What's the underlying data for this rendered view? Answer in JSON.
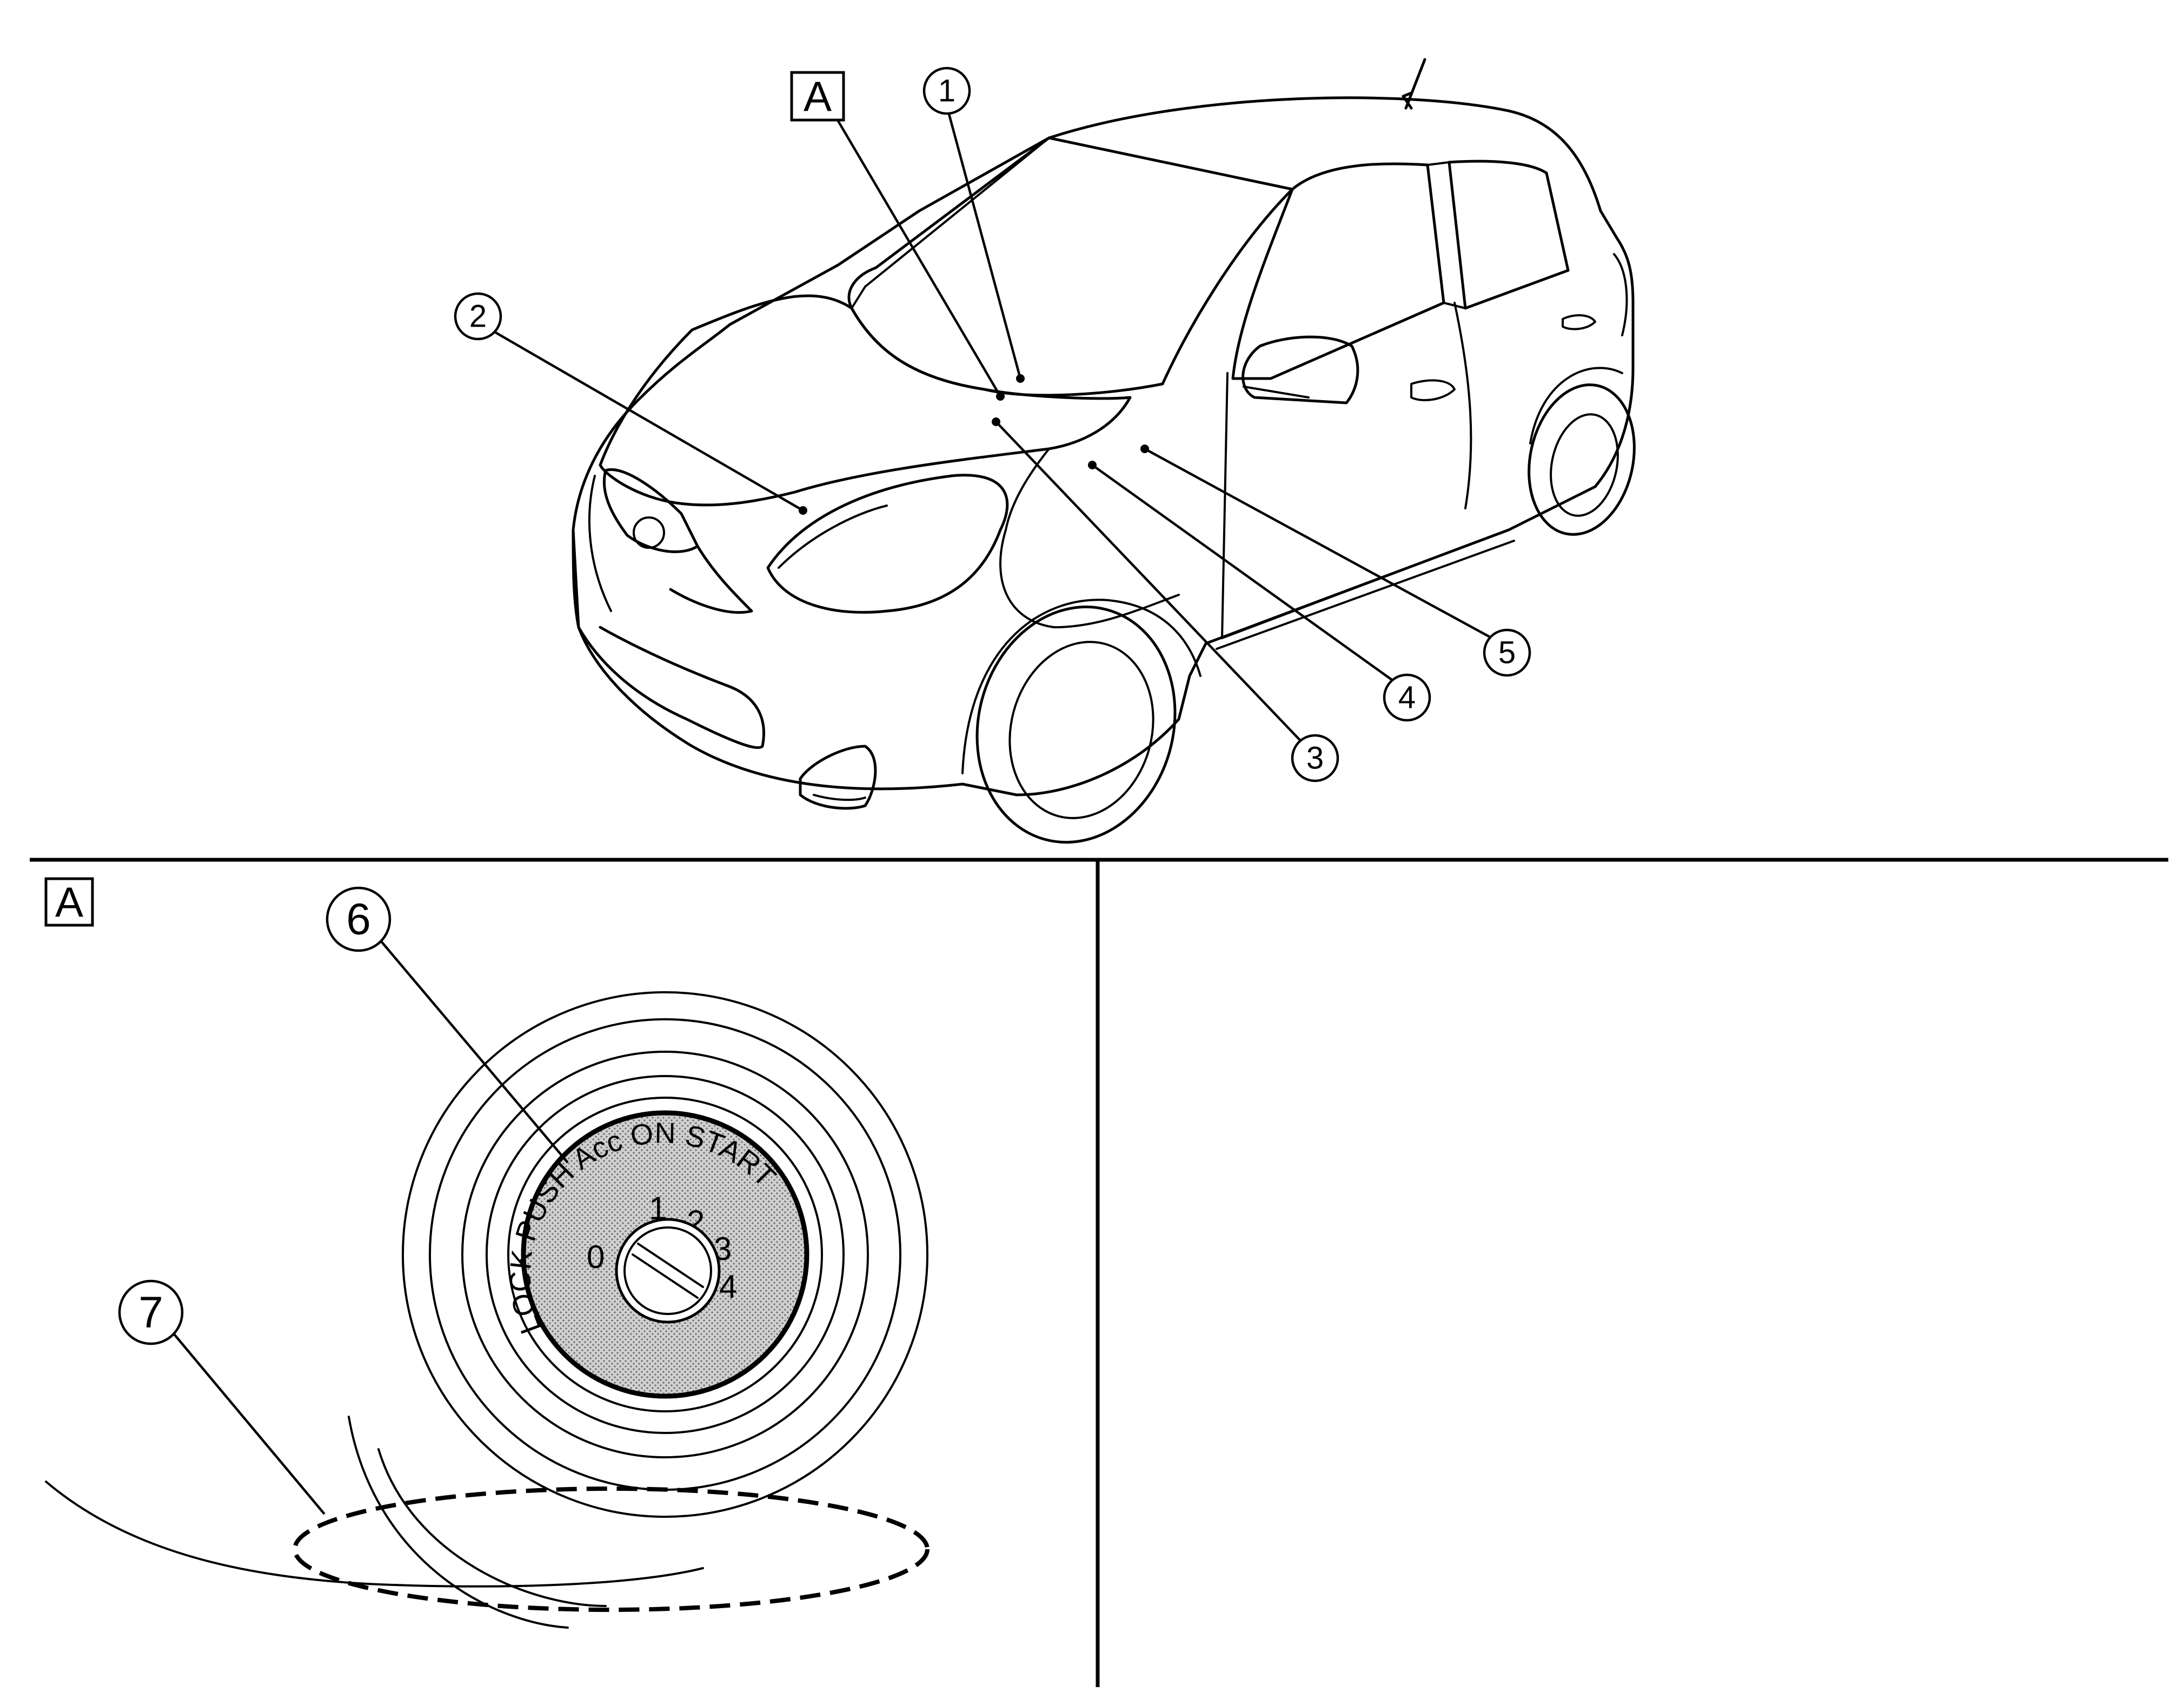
{
  "top_view": {
    "ref_label": "A",
    "callouts": [
      "1",
      "2",
      "3",
      "4",
      "5"
    ]
  },
  "detail_view": {
    "ref_label": "A",
    "callouts": [
      "6",
      "7"
    ],
    "switch_positions": {
      "arc_label": "LOCK PUSH Acc ON START",
      "numbers": [
        "0",
        "1",
        "2",
        "3",
        "4"
      ]
    }
  }
}
